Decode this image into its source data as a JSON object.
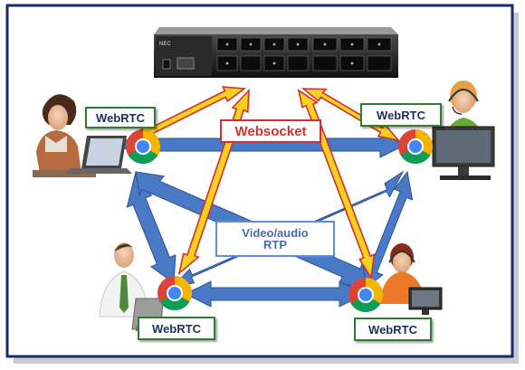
{
  "labels": {
    "top_left": "WebRTC",
    "top_right": "WebRTC",
    "bottom_left": "WebRTC",
    "bottom_right": "WebRTC",
    "websocket": "Websocket",
    "rtp_line1": "Video/audio",
    "rtp_line2": "RTP"
  },
  "colors": {
    "frame": "#1b2a6b",
    "webrtc_border": "#2e7d32",
    "websocket": "#d32f2f",
    "rtp_arrow": "#4a79c6",
    "signal_arrow": "#f7d020"
  },
  "device": {
    "brand": "NEC"
  }
}
